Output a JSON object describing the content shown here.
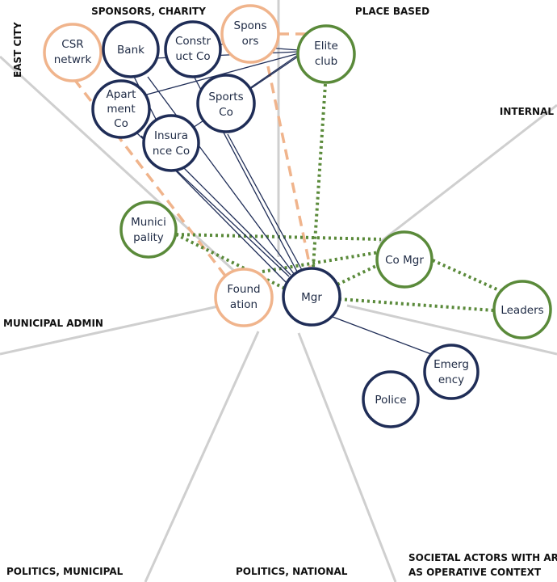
{
  "sectors": {
    "east_city": "EAST CITY",
    "sponsors_charity": "SPONSORS, CHARITY",
    "place_based": "PLACE BASED",
    "internal": "INTERNAL",
    "municipal_admin": "MUNICIPAL ADMIN",
    "politics_municipal": "POLITICS, MUNICIPAL",
    "politics_national": "POLITICS, NATIONAL",
    "societal_line1": "SOCIETAL ACTORS WITH AREA",
    "societal_line2": "AS OPERATIVE CONTEXT"
  },
  "colors": {
    "navy": "#1f2d57",
    "green": "#5a8a3a",
    "peach": "#f0b48c",
    "divider": "#cfcfcf"
  },
  "nodes": {
    "csr": {
      "line1": "CSR",
      "line2": "netwrk"
    },
    "bank": {
      "line1": "Bank"
    },
    "construct": {
      "line1": "Constr",
      "line2": "uct Co"
    },
    "sponsors": {
      "line1": "Spons",
      "line2": "ors"
    },
    "elite": {
      "line1": "Elite",
      "line2": "club"
    },
    "apartment": {
      "line1": "Apart",
      "line2": "ment",
      "line3": "Co"
    },
    "sports": {
      "line1": "Sports",
      "line2": "Co"
    },
    "insurance": {
      "line1": "Insura",
      "line2": "nce Co"
    },
    "municipality": {
      "line1": "Munici",
      "line2": "pality"
    },
    "foundation": {
      "line1": "Found",
      "line2": "ation"
    },
    "mgr": {
      "line1": "Mgr"
    },
    "comgr": {
      "line1": "Co Mgr"
    },
    "leaders": {
      "line1": "Leaders"
    },
    "emergency": {
      "line1": "Emerg",
      "line2": "ency"
    },
    "police": {
      "line1": "Police"
    }
  }
}
